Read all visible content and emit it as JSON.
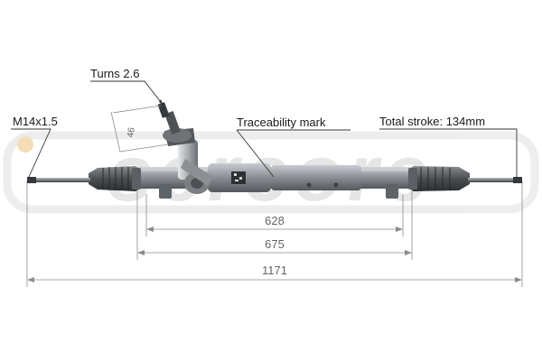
{
  "annotations": {
    "turns": "Turns 2.6",
    "thread": "M14x1.5",
    "traceability": "Traceability mark",
    "stroke": "Total stroke: 134mm",
    "pinion_dim": "46"
  },
  "dimensions": {
    "inner": "628",
    "middle": "675",
    "overall": "1171"
  },
  "watermark": {
    "text": "sercore",
    "color": "#e2e2e2",
    "accent": "#f2c88a"
  },
  "colors": {
    "body": "#9ea3a8",
    "body_dark": "#5e6368",
    "boot": "#4a4e52",
    "dim_line": "#8c8c8c"
  }
}
